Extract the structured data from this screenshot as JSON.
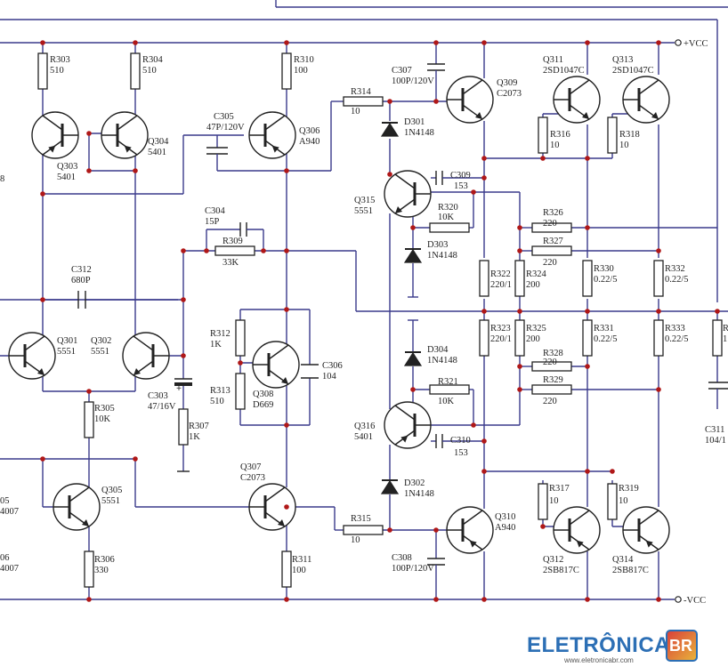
{
  "rails": {
    "vcc_pos": "+VCC",
    "vcc_neg": "-VCC"
  },
  "resistors": {
    "R303": {
      "ref": "R303",
      "val": "510"
    },
    "R304": {
      "ref": "R304",
      "val": "510"
    },
    "R310": {
      "ref": "R310",
      "val": "100"
    },
    "R314": {
      "ref": "R314",
      "val": "10"
    },
    "R316": {
      "ref": "R316",
      "val": "10"
    },
    "R318": {
      "ref": "R318",
      "val": "10"
    },
    "R320": {
      "ref": "R320",
      "val": "10K"
    },
    "R326": {
      "ref": "R326",
      "val": "220"
    },
    "R327": {
      "ref": "R327",
      "val": "220"
    },
    "R309": {
      "ref": "R309",
      "val": "33K"
    },
    "R322": {
      "ref": "R322",
      "val": "220/1"
    },
    "R324": {
      "ref": "R324",
      "val": "200"
    },
    "R330": {
      "ref": "R330",
      "val": "0.22/5"
    },
    "R332": {
      "ref": "R332",
      "val": "0.22/5"
    },
    "R312": {
      "ref": "R312",
      "val": "1K"
    },
    "R313": {
      "ref": "R313",
      "val": "510"
    },
    "R323": {
      "ref": "R323",
      "val": "220/1"
    },
    "R325": {
      "ref": "R325",
      "val": "200"
    },
    "R331": {
      "ref": "R331",
      "val": "0.22/5"
    },
    "R333": {
      "ref": "R333",
      "val": "0.22/5"
    },
    "R328": {
      "ref": "R328",
      "val": "220"
    },
    "R329": {
      "ref": "R329",
      "val": "220"
    },
    "R321": {
      "ref": "R321",
      "val": "10K"
    },
    "R305": {
      "ref": "R305",
      "val": "10K"
    },
    "R307": {
      "ref": "R307",
      "val": "1K"
    },
    "R317": {
      "ref": "R317",
      "val": "10"
    },
    "R319": {
      "ref": "R319",
      "val": "10"
    },
    "R315": {
      "ref": "R315",
      "val": "10"
    },
    "R306": {
      "ref": "R306",
      "val": "330"
    },
    "R311": {
      "ref": "R311",
      "val": "100"
    },
    "R_edge": {
      "ref": "R",
      "val": "1"
    }
  },
  "capacitors": {
    "C307": {
      "ref": "C307",
      "val": "100P/120V"
    },
    "C305": {
      "ref": "C305",
      "val": "47P/120V"
    },
    "C309": {
      "ref": "C309",
      "val": "153"
    },
    "C304": {
      "ref": "C304",
      "val": "15P"
    },
    "C312": {
      "ref": "C312",
      "val": "680P"
    },
    "C306": {
      "ref": "C306",
      "val": "104"
    },
    "C303": {
      "ref": "C303",
      "val": "47/16V"
    },
    "C310": {
      "ref": "C310",
      "val": "153"
    },
    "C308": {
      "ref": "C308",
      "val": "100P/120V"
    },
    "C311": {
      "ref": "C311",
      "val": "104/1"
    }
  },
  "transistors": {
    "Q303": {
      "ref": "Q303",
      "part": "5401"
    },
    "Q304": {
      "ref": "Q304",
      "part": "5401"
    },
    "Q306": {
      "ref": "Q306",
      "part": "A940"
    },
    "Q309": {
      "ref": "Q309",
      "part": "C2073"
    },
    "Q311": {
      "ref": "Q311",
      "part": "2SD1047C"
    },
    "Q313": {
      "ref": "Q313",
      "part": "2SD1047C"
    },
    "Q315": {
      "ref": "Q315",
      "part": "5551"
    },
    "Q301": {
      "ref": "Q301",
      "part": "5551"
    },
    "Q302": {
      "ref": "Q302",
      "part": "5551"
    },
    "Q308": {
      "ref": "Q308",
      "part": "D669"
    },
    "Q316": {
      "ref": "Q316",
      "part": "5401"
    },
    "Q305": {
      "ref": "Q305",
      "part": "5551"
    },
    "Q307": {
      "ref": "Q307",
      "part": "C2073"
    },
    "Q310": {
      "ref": "Q310",
      "part": "A940"
    },
    "Q312": {
      "ref": "Q312",
      "part": "2SB817C"
    },
    "Q314": {
      "ref": "Q314",
      "part": "2SB817C"
    }
  },
  "diodes": {
    "D301": {
      "ref": "D301",
      "part": "1N4148"
    },
    "D303": {
      "ref": "D303",
      "part": "1N4148"
    },
    "D304": {
      "ref": "D304",
      "part": "1N4148"
    },
    "D302": {
      "ref": "D302",
      "part": "1N4148"
    }
  },
  "edge_fragments": {
    "left_a": "8",
    "left_b1": "05",
    "left_b2": "4007",
    "left_c1": "06",
    "left_c2": "4007"
  },
  "logo": {
    "word": "ELETRÔNICA",
    "badge": "BR",
    "url": "www.eletronicabr.com"
  },
  "colors": {
    "wire": "#3a3a8c",
    "node": "#b01818",
    "component": "#222222",
    "brand": "#2c6fb5"
  }
}
